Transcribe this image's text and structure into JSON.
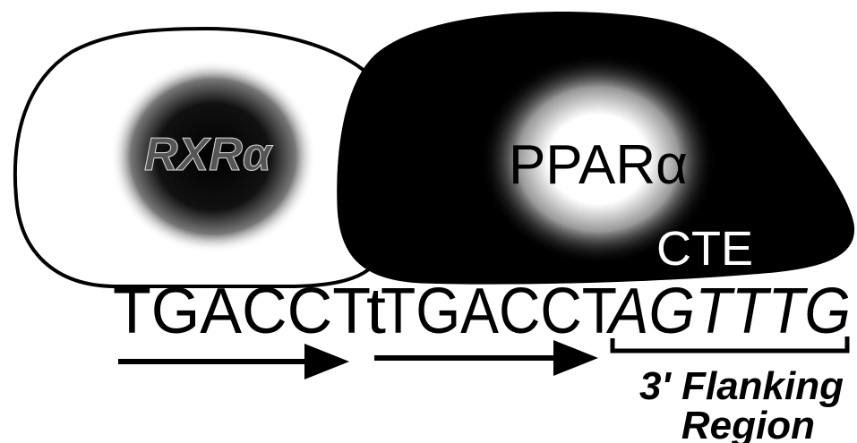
{
  "proteins": {
    "rxr": {
      "label": "RXRα"
    },
    "ppar": {
      "label": "PPARα"
    },
    "cte": {
      "label": "CTE"
    }
  },
  "sequence": {
    "half_site_1": "TGACCT",
    "spacer": "t",
    "half_site_2": "TGACCT",
    "flanking": "AGTTTG"
  },
  "flanking_region": {
    "line1": "3' Flanking",
    "line2": "Region"
  },
  "colors": {
    "ink": "#000000",
    "paper": "#ffffff"
  }
}
